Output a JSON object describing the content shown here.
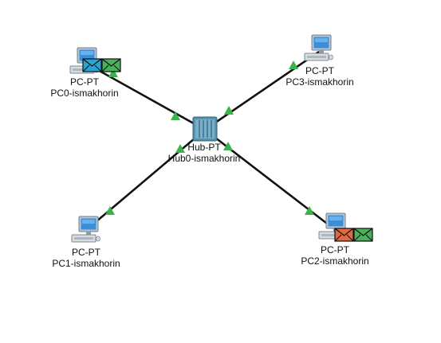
{
  "colors": {
    "link": "#111111",
    "link_status_up": "#3bb34a",
    "envelope_blue": "#2aa3d6",
    "envelope_green": "#49b05b",
    "envelope_red": "#e2683e"
  },
  "hub": {
    "type_label": "Hub-PT",
    "name_label": "Hub0-ismakhorin",
    "icon": "hub-icon"
  },
  "devices": [
    {
      "id": "pc0",
      "type_label": "PC-PT",
      "name_label": "PC0-ismakhorin",
      "icon": "pc-icon",
      "envelopes": [
        "envelope_blue",
        "envelope_green"
      ]
    },
    {
      "id": "pc3",
      "type_label": "PC-PT",
      "name_label": "PC3-ismakhorin",
      "icon": "pc-icon",
      "envelopes": []
    },
    {
      "id": "pc1",
      "type_label": "PC-PT",
      "name_label": "PC1-ismakhorin",
      "icon": "pc-icon",
      "envelopes": []
    },
    {
      "id": "pc2",
      "type_label": "PC-PT",
      "name_label": "PC2-ismakhorin",
      "icon": "pc-icon",
      "envelopes": [
        "envelope_red",
        "envelope_green"
      ]
    }
  ],
  "links": [
    {
      "from": "pc0",
      "to": "hub",
      "status": "up"
    },
    {
      "from": "pc3",
      "to": "hub",
      "status": "up"
    },
    {
      "from": "pc1",
      "to": "hub",
      "status": "up"
    },
    {
      "from": "pc2",
      "to": "hub",
      "status": "up"
    }
  ]
}
